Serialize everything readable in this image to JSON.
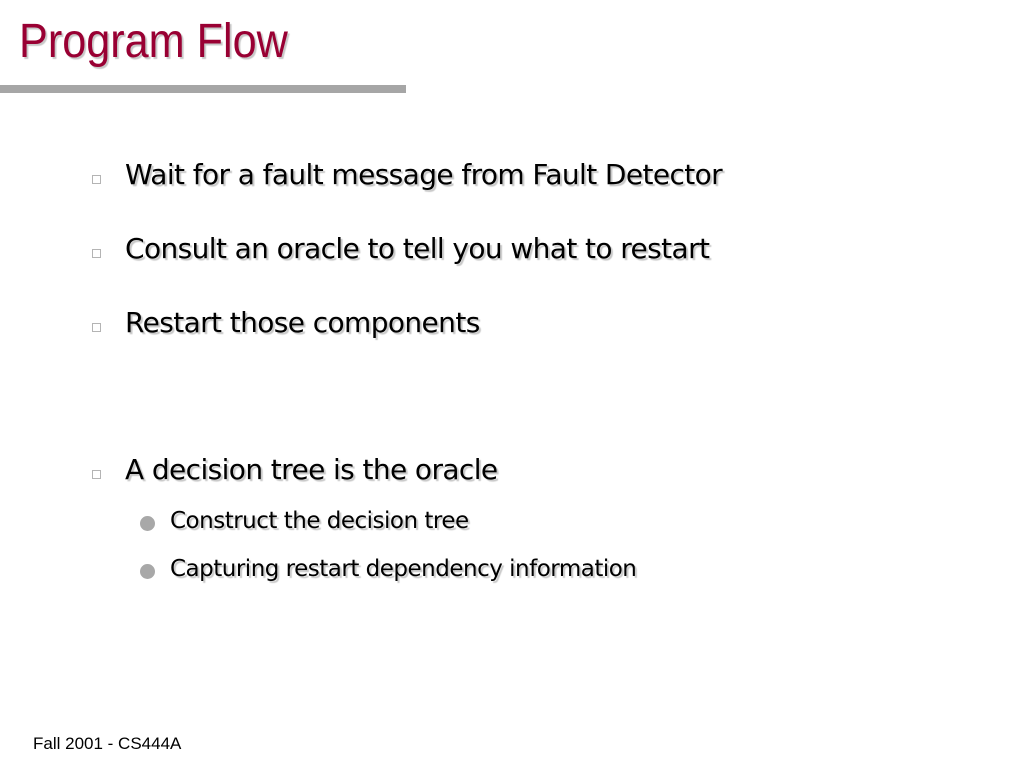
{
  "slide": {
    "title": "Program Flow",
    "bullets": [
      "Wait for a fault message from Fault Detector",
      "Consult an oracle to tell you what to restart",
      "Restart those components",
      "A decision tree is the oracle"
    ],
    "sub_bullets": [
      "Construct the decision tree",
      "Capturing restart dependency information"
    ],
    "footer": "Fall 2001 - CS444A"
  },
  "colors": {
    "title": "#990033",
    "rule": "#a6a6a6",
    "marker": "#a8a8a8",
    "text": "#000000",
    "shadow": "#c8c8c8"
  },
  "icons": {
    "level1_marker": "hollow-square-icon",
    "level2_marker": "filled-circle-icon"
  }
}
